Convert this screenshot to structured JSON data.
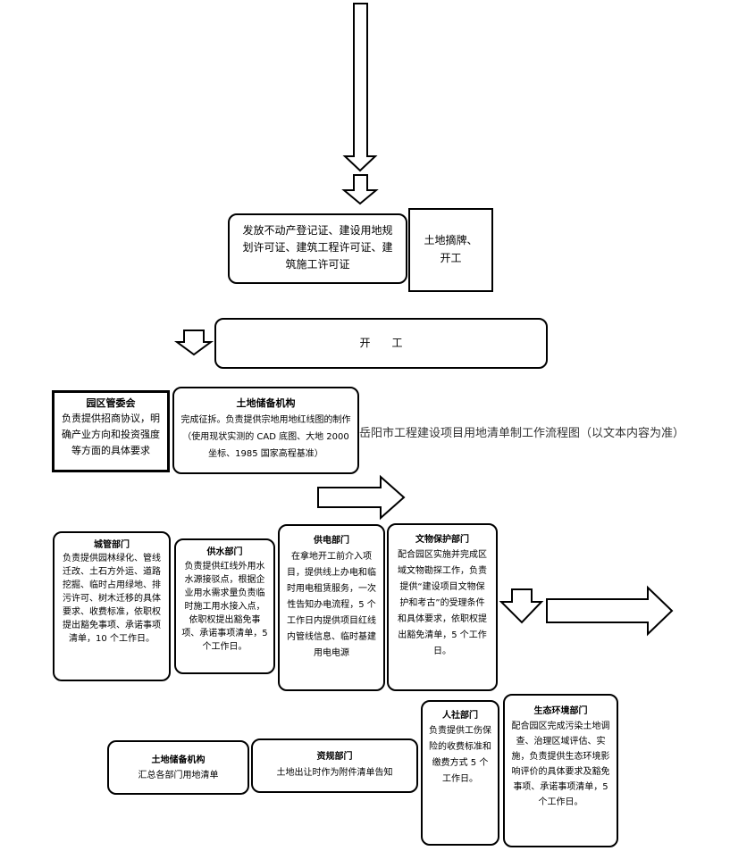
{
  "caption": "岳阳市工程建设项目用地清单制工作流程图（以文本内容为准）",
  "boxes": {
    "certificates": {
      "text": "发放不动产登记证、建设用地规划许可证、建筑工程许可证、建筑施工许可证"
    },
    "land_sign": {
      "text": "土地摘牌、开工"
    },
    "start_work": {
      "text": "开　　工"
    },
    "park_committee": {
      "title": "园区管委会",
      "body": "负责提供招商协议，明确产业方向和投资强度等方面的具体要求"
    },
    "land_reserve_top": {
      "title": "土地储备机构",
      "body": "完成征拆。负责提供宗地用地红线图的制作（使用现状实测的 CAD 底图、大地 2000 坐标、1985 国家高程基准）"
    },
    "urban_mgmt": {
      "title": "城管部门",
      "body": "负责提供园林绿化、管线迁改、土石方外运、道路挖掘、临时占用绿地、排污许可、树木迁移的具体要求、收费标准，依职权提出豁免事项、承诺事项清单，10 个工作日。"
    },
    "water": {
      "title": "供水部门",
      "body": "负责提供红线外用水水源接驳点，根据企业用水需求量负责临时施工用水接入点，依职权提出豁免事项、承诺事项清单，5 个工作日。"
    },
    "power": {
      "title": "供电部门",
      "body": "在拿地开工前介入项目，提供线上办电和临时用电租赁服务，一次性告知办电流程，5 个工作日内提供项目红线内管线信息、临时基建用电电源"
    },
    "heritage": {
      "title": "文物保护部门",
      "body": "配合园区实施并完成区域文物勘探工作，负责提供“建设项目文物保护和考古”的受理条件和具体要求，依职权提出豁免清单，5 个工作日。"
    },
    "land_reserve_bottom": {
      "title": "土地储备机构",
      "body": "汇总各部门用地清单"
    },
    "resources_planning": {
      "title": "资规部门",
      "body": "土地出让时作为附件清单告知"
    },
    "hr_social": {
      "title": "人社部门",
      "body": "负责提供工伤保险的收费标准和缴费方式 5 个工作日。"
    },
    "ecology": {
      "title": "生态环境部门",
      "body": "配合园区完成污染土地调查、治理区域评估、实施，负责提供生态环境影响评价的具体要求及豁免事项、承诺事项清单，5 个工作日。"
    }
  }
}
